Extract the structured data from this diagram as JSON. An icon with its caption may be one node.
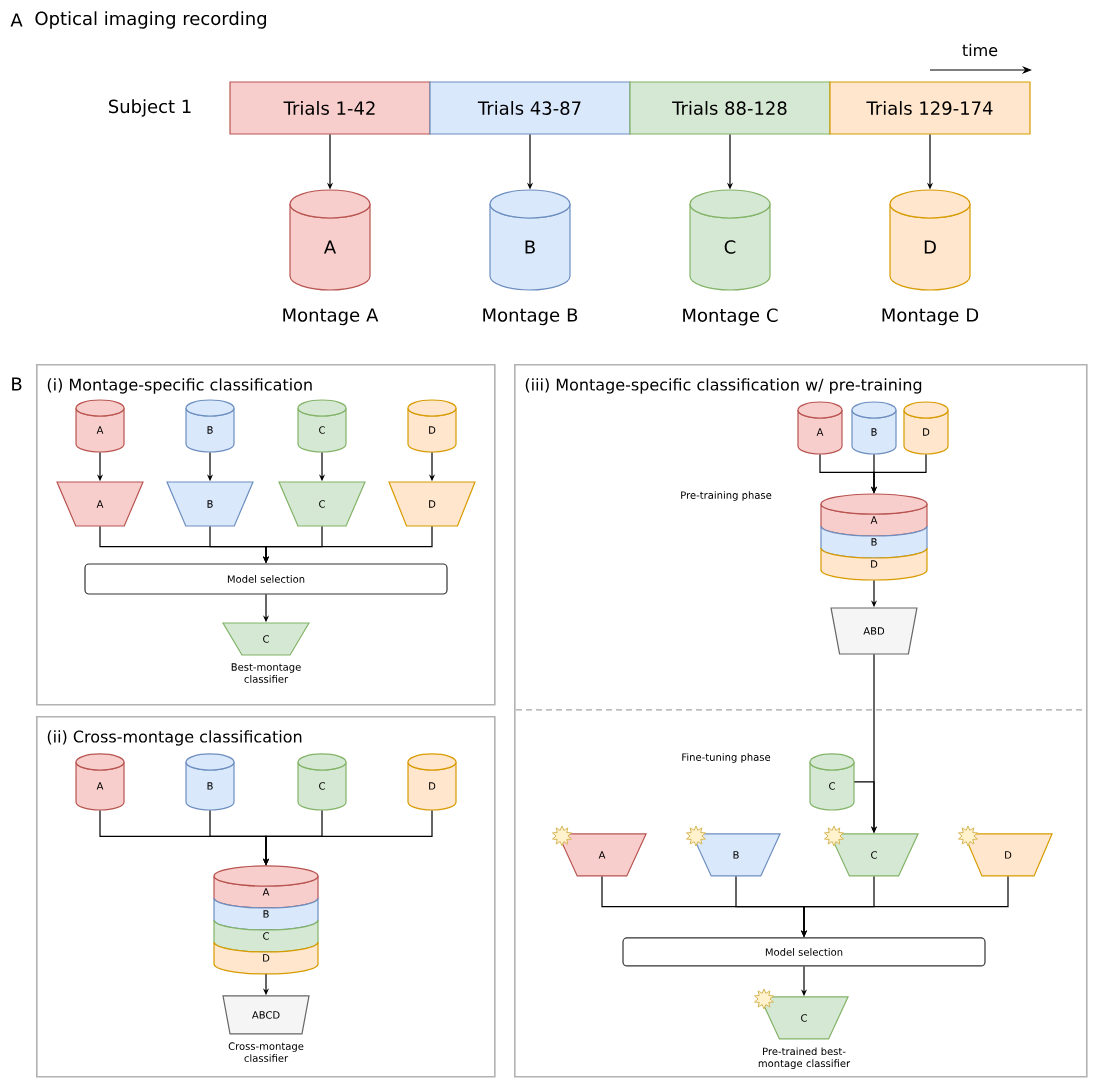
{
  "diagram": {
    "nodes": [
      {
        "text": [
          "Trials 1-42"
        ]
      },
      {
        "text": [
          "Trials 43-87"
        ]
      },
      {
        "text": [
          "Trials 88-128"
        ]
      },
      {
        "text": [
          "Trials 129-174"
        ]
      },
      {
        "text": [
          "A"
        ],
        "beside": [
          "Montage A"
        ]
      },
      {
        "text": [
          "B"
        ],
        "beside": [
          "Montage B"
        ]
      },
      {
        "text": [
          "C"
        ],
        "beside": [
          "Montage C"
        ]
      },
      {
        "text": [
          "D"
        ],
        "beside": [
          "Montage D"
        ]
      },
      {
        "text": [
          "(i) Montage-specific classification"
        ]
      },
      {
        "text": [
          "A"
        ],
        "in": 8
      },
      {
        "text": [
          "B"
        ],
        "in": 8
      },
      {
        "text": [
          "C"
        ],
        "in": 8
      },
      {
        "text": [
          "D"
        ],
        "in": 8
      },
      {
        "text": [
          "A"
        ],
        "in": 8
      },
      {
        "text": [
          "B"
        ],
        "in": 8
      },
      {
        "text": [
          "C"
        ],
        "in": 8
      },
      {
        "text": [
          "D"
        ],
        "in": 8
      },
      {
        "text": [
          "Model selection"
        ],
        "in": 8
      },
      {
        "text": [
          "C"
        ],
        "in": 8,
        "beside": [
          "Best-montage classifier"
        ]
      },
      {
        "text": [
          "(ii) Cross-montage classification"
        ]
      },
      {
        "text": [
          "A"
        ],
        "in": 19
      },
      {
        "text": [
          "B"
        ],
        "in": 19
      },
      {
        "text": [
          "C"
        ],
        "in": 19
      },
      {
        "text": [
          "D"
        ],
        "in": 19
      },
      {
        "text": [
          "A",
          "B",
          "C",
          "D"
        ],
        "in": 19
      },
      {
        "text": [
          "ABCD"
        ],
        "in": 19,
        "beside": [
          "Cross-montage classifier"
        ]
      },
      {
        "text": [
          "(iii) Montage-specific classification w/ pre-training"
        ]
      },
      {
        "text": [
          "A"
        ],
        "in": 26
      },
      {
        "text": [
          "B"
        ],
        "in": 26
      },
      {
        "text": [
          "D"
        ],
        "in": 26
      },
      {
        "text": [
          "A",
          "B",
          "D"
        ],
        "in": 26
      },
      {
        "text": [
          "ABD"
        ],
        "in": 26
      },
      {
        "text": [
          "C"
        ],
        "in": 26
      },
      {
        "text": [
          "A"
        ],
        "in": 26
      },
      {
        "text": [
          "B"
        ],
        "in": 26
      },
      {
        "text": [
          "C"
        ],
        "in": 26
      },
      {
        "text": [
          "D"
        ],
        "in": 26
      },
      {
        "text": [
          "Model selection"
        ],
        "in": 26
      },
      {
        "text": [
          "C"
        ],
        "in": 26,
        "beside": [
          "Pre-trained best-montage classifier"
        ]
      }
    ],
    "edges": [
      {
        "from": 0,
        "to": 4,
        "arrow": "to"
      },
      {
        "from": 1,
        "to": 5,
        "arrow": "to"
      },
      {
        "from": 2,
        "to": 6,
        "arrow": "to"
      },
      {
        "from": 3,
        "to": 7,
        "arrow": "to"
      },
      {
        "from": 9,
        "to": 13,
        "arrow": "to"
      },
      {
        "from": 10,
        "to": 14,
        "arrow": "to"
      },
      {
        "from": 11,
        "to": 15,
        "arrow": "to"
      },
      {
        "from": 12,
        "to": 16,
        "arrow": "to"
      },
      {
        "from": 13,
        "to": 17,
        "arrow": "to"
      },
      {
        "from": 14,
        "to": 17,
        "arrow": "to"
      },
      {
        "from": 15,
        "to": 17,
        "arrow": "to"
      },
      {
        "from": 16,
        "to": 17,
        "arrow": "to"
      },
      {
        "from": 17,
        "to": 18,
        "arrow": "to"
      },
      {
        "from": 20,
        "to": 24,
        "arrow": "to"
      },
      {
        "from": 21,
        "to": 24,
        "arrow": "to"
      },
      {
        "from": 22,
        "to": 24,
        "arrow": "to"
      },
      {
        "from": 23,
        "to": 24,
        "arrow": "to"
      },
      {
        "from": 24,
        "to": 25,
        "arrow": "to"
      },
      {
        "from": 27,
        "to": 30,
        "arrow": "to"
      },
      {
        "from": 28,
        "to": 30,
        "arrow": "to"
      },
      {
        "from": 29,
        "to": 30,
        "arrow": "to"
      },
      {
        "from": 30,
        "to": 31,
        "arrow": "to"
      },
      {
        "from": 31,
        "to": 35,
        "arrow": "to"
      },
      {
        "from": 32,
        "to": 35,
        "arrow": "to"
      },
      {
        "from": 33,
        "to": 37,
        "arrow": "to"
      },
      {
        "from": 34,
        "to": 37,
        "arrow": "to"
      },
      {
        "from": 35,
        "to": 37,
        "arrow": "to"
      },
      {
        "from": 36,
        "to": 37,
        "arrow": "to"
      },
      {
        "from": 37,
        "to": 38,
        "arrow": "to"
      }
    ],
    "labels": [
      "A",
      "Optical imaging recording",
      "time",
      "Subject 1",
      "B",
      "Pre-training phase",
      "Fine-tuning phase"
    ]
  }
}
